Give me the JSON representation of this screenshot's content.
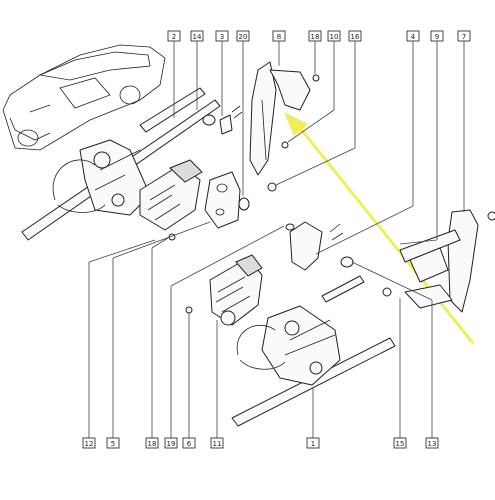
{
  "diagram": {
    "callouts_top": [
      "2",
      "14",
      "3",
      "20",
      "8",
      "18",
      "10",
      "16",
      "4",
      "9",
      "7"
    ],
    "callouts_bottom": [
      "12",
      "5",
      "18",
      "19",
      "6",
      "11",
      "1",
      "15",
      "13"
    ],
    "highlight_color": "#f0ef5a"
  }
}
